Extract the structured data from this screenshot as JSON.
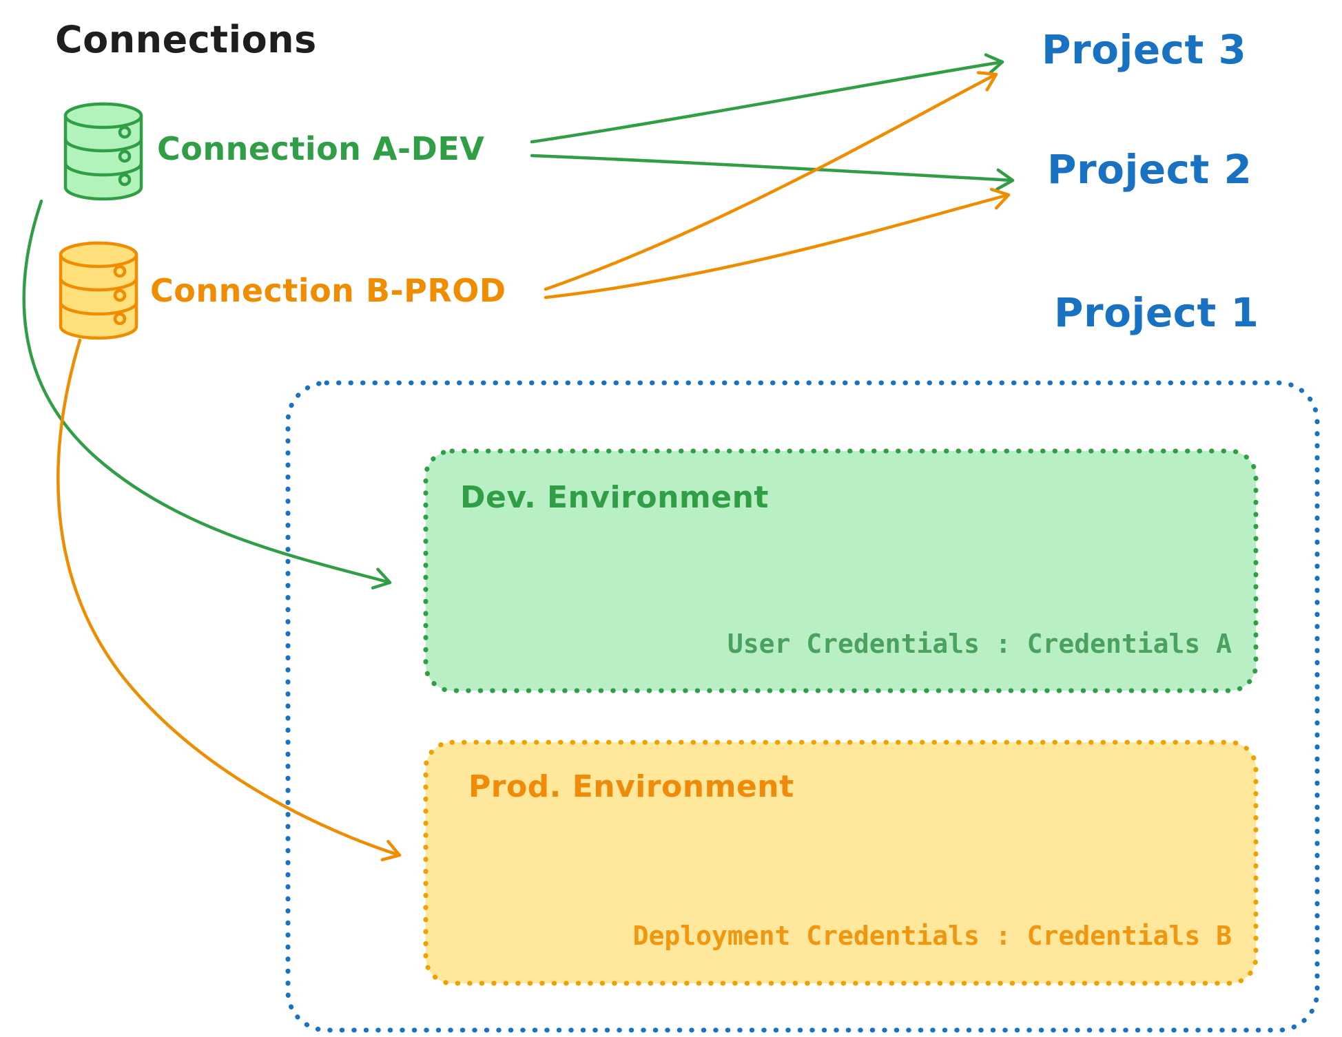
{
  "title": "Connections",
  "connections": [
    {
      "id": "a-dev",
      "label": "Connection A-DEV",
      "color": "#2f9e44",
      "icon": "database-icon"
    },
    {
      "id": "b-prod",
      "label": "Connection B-PROD",
      "color": "#f08c00",
      "icon": "database-icon"
    }
  ],
  "projects": [
    {
      "label": "Project 3"
    },
    {
      "label": "Project 2"
    },
    {
      "label": "Project 1"
    }
  ],
  "project1_box": {
    "environments": [
      {
        "id": "dev",
        "title": "Dev. Environment",
        "credentials": "User Credentials : Credentials A"
      },
      {
        "id": "prod",
        "title": "Prod. Environment",
        "credentials": "Deployment Credentials : Credentials B"
      }
    ]
  },
  "arrows": [
    {
      "from": "Connection A-DEV",
      "to": "Project 3",
      "color": "#2f9e44"
    },
    {
      "from": "Connection A-DEV",
      "to": "Project 2",
      "color": "#2f9e44"
    },
    {
      "from": "Connection B-PROD",
      "to": "Project 3",
      "color": "#f08c00"
    },
    {
      "from": "Connection B-PROD",
      "to": "Project 2",
      "color": "#f08c00"
    },
    {
      "from": "Connection A-DEV",
      "to": "Dev. Environment",
      "color": "#2f9e44"
    },
    {
      "from": "Connection B-PROD",
      "to": "Prod. Environment",
      "color": "#f08c00"
    }
  ],
  "colors": {
    "green": "#2f9e44",
    "orange": "#f08c00",
    "blue": "#1971c2",
    "green_fill": "#b9efc4",
    "orange_fill": "#ffe89b",
    "title_text": "#1e1e1e"
  }
}
